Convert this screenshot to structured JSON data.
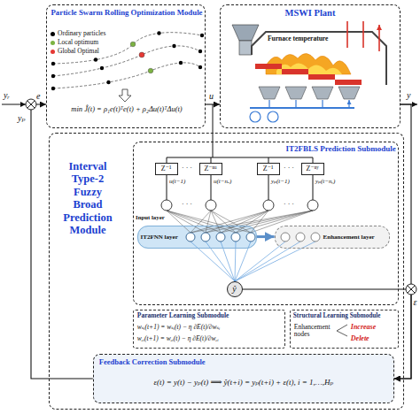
{
  "diagram": {
    "nodes": [
      {
        "text": [
          "Particle Swarm Rolling Optimization Module",
          "min Ĵ(t) = ρ₁e(t)ᵀe(t) + ρ₂Δu(t)ᵀΔu(t)"
        ]
      },
      {
        "text": [
          "MSWI Plant"
        ]
      },
      {
        "text": [
          "Interval Type-2 Fuzzy Broad Prediction Module"
        ]
      },
      {
        "text": [
          "IT2FBLS Prediction Submodule"
        ],
        "in": 2
      },
      {
        "text": [
          "Z⁻¹"
        ],
        "in": 3
      },
      {
        "text": [
          "Z⁻ⁿᵘ"
        ],
        "in": 3
      },
      {
        "text": [
          "Z⁻¹"
        ],
        "in": 3
      },
      {
        "text": [
          "Z⁻ⁿʸ"
        ],
        "in": 3
      },
      {
        "text": [
          "IT2FNN layer"
        ],
        "in": 3
      },
      {
        "text": [
          "Enhancement layer"
        ],
        "in": 3
      },
      {
        "text": [
          "ŷ"
        ],
        "in": 3
      },
      {
        "text": [
          "Parameter Learning Submodule",
          "wₛᵢ(t+1) = wₛᵢ(t) − η ∂E(t)/∂wₛᵢ",
          "wₑᵢ(t+1) = wₑᵢ(t) − η ∂E(t)/∂wₑᵢ"
        ],
        "in": 2
      },
      {
        "text": [
          "Structural Learning Submodule",
          "Enhancement nodes",
          "Increase",
          "Delete"
        ],
        "in": 2
      },
      {
        "text": [
          "Feedback Correction Submodule",
          "ε(t) = y(t) − yₚ(t) ⟹ ŷ(t+i) = yₚ(t+i) + ε(t), i = 1,…,Hₚ"
        ],
        "in": 2
      }
    ],
    "edges": [
      {
        "from": 0,
        "to": 1,
        "arrow": "to",
        "label": "u"
      },
      {
        "from": 8,
        "to": 9,
        "arrow": "to"
      },
      {
        "from": 13,
        "to": 0,
        "arrow": "to"
      },
      {
        "from": 1,
        "to": 13,
        "arrow": "to"
      },
      {
        "from": 10,
        "to": 13,
        "arrow": "to"
      }
    ],
    "labels": [
      "yᵣ",
      "e",
      "yₚ",
      "y",
      "ε",
      "Furnace temperature",
      "u(t−1)",
      "u(t−nᵤ)",
      "yₚ(t−1)",
      "yₚ(t−nᵧ)",
      "Input layer",
      "· · ·",
      "· · ·",
      "· · ·",
      "· · ·"
    ],
    "legend": [
      {
        "text": "Ordinary particles",
        "color": "#000000"
      },
      {
        "text": "Local optimum",
        "color": "#7cb342"
      },
      {
        "text": "Global Optimal",
        "color": "#e53935"
      }
    ]
  }
}
